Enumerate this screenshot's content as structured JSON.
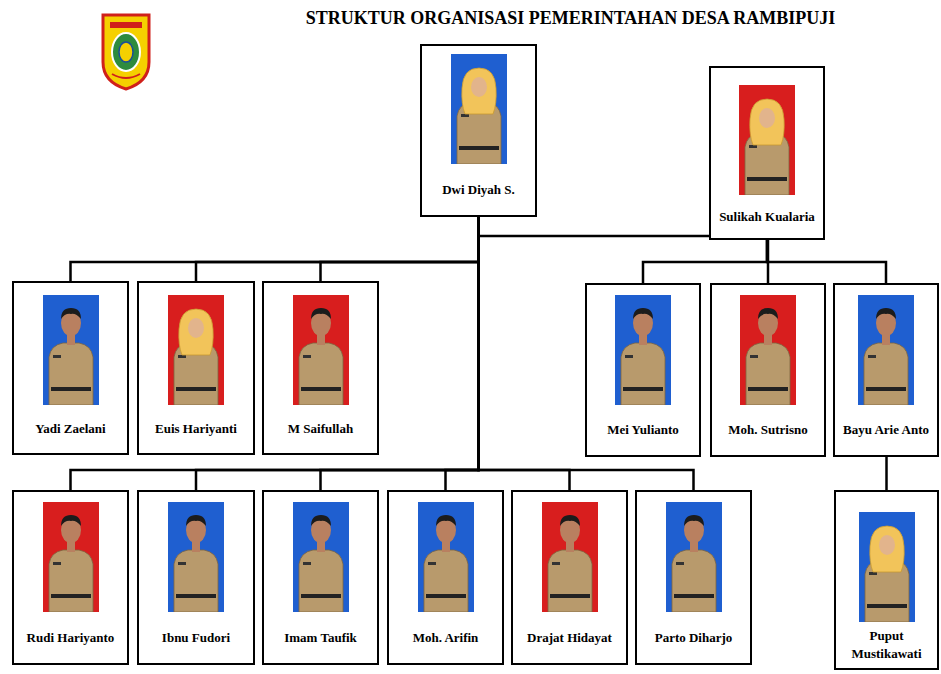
{
  "diagram": {
    "title": "STRUKTUR ORGANISASI PEMERINTAHAN DESA RAMBIPUJI",
    "nodes": [
      {
        "text": [
          "Dwi Diyah S."
        ]
      },
      {
        "text": [
          "Sulikah Kualaria"
        ]
      },
      {
        "text": [
          "Yadi Zaelani"
        ]
      },
      {
        "text": [
          "Euis Hariyanti"
        ]
      },
      {
        "text": [
          "M Saifullah"
        ]
      },
      {
        "text": [
          "Mei Yulianto"
        ]
      },
      {
        "text": [
          "Moh. Sutrisno"
        ]
      },
      {
        "text": [
          "Bayu Arie Anto"
        ]
      },
      {
        "text": [
          "Rudi Hariyanto"
        ]
      },
      {
        "text": [
          "Ibnu Fudori"
        ]
      },
      {
        "text": [
          "Imam Taufik"
        ]
      },
      {
        "text": [
          "Moh. Arifin"
        ]
      },
      {
        "text": [
          "Drajat Hidayat"
        ]
      },
      {
        "text": [
          "Parto Diharjo"
        ]
      },
      {
        "text": [
          "Puput Mustikawati"
        ]
      }
    ],
    "edges": [
      {
        "from": 0,
        "to": 1,
        "arrow": "none"
      },
      {
        "from": 0,
        "to": 2,
        "arrow": "none"
      },
      {
        "from": 0,
        "to": 3,
        "arrow": "none"
      },
      {
        "from": 0,
        "to": 4,
        "arrow": "none"
      },
      {
        "from": 1,
        "to": 5,
        "arrow": "none"
      },
      {
        "from": 1,
        "to": 6,
        "arrow": "none"
      },
      {
        "from": 1,
        "to": 7,
        "arrow": "none"
      },
      {
        "from": 0,
        "to": 8,
        "arrow": "none"
      },
      {
        "from": 0,
        "to": 9,
        "arrow": "none"
      },
      {
        "from": 0,
        "to": 10,
        "arrow": "none"
      },
      {
        "from": 0,
        "to": 11,
        "arrow": "none"
      },
      {
        "from": 0,
        "to": 12,
        "arrow": "none"
      },
      {
        "from": 0,
        "to": 13,
        "arrow": "none"
      },
      {
        "from": 7,
        "to": 14,
        "arrow": "none"
      }
    ]
  }
}
